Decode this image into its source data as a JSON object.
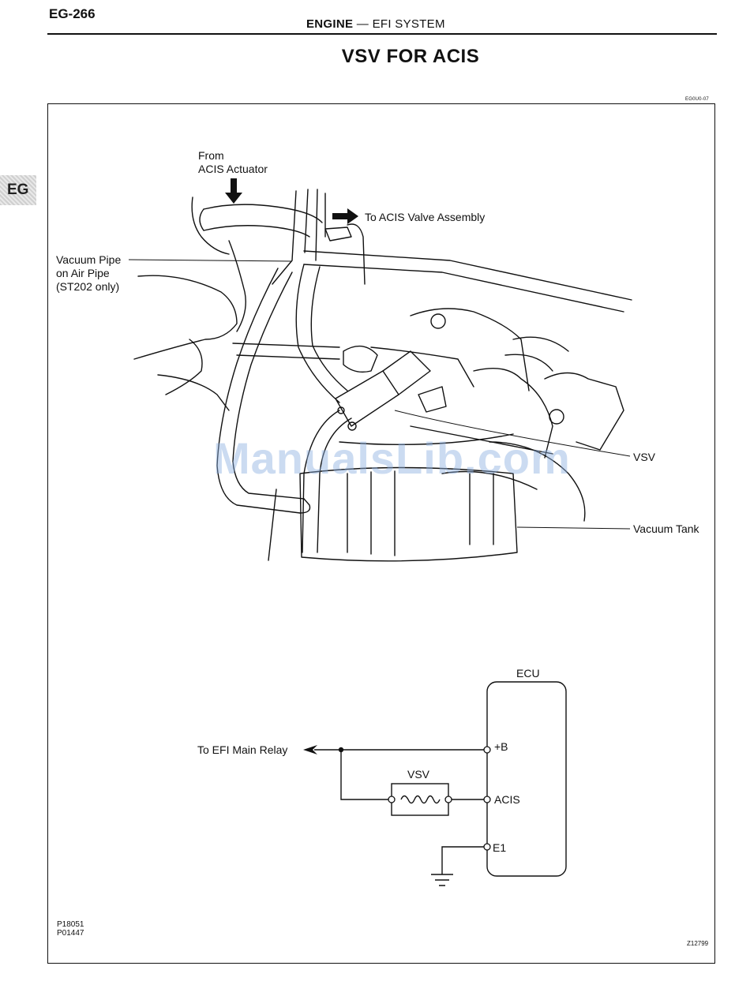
{
  "header": {
    "page_code": "EG-266",
    "section_main": "ENGINE",
    "section_dash": "—",
    "section_sub": "EFI SYSTEM",
    "side_tab": "EG"
  },
  "title": "VSV FOR ACIS",
  "figure": {
    "code_top": "EG0U0-07",
    "labels": {
      "from_actuator_line1": "From",
      "from_actuator_line2": "ACIS Actuator",
      "to_valve": "To ACIS Valve Assembly",
      "vacuum_pipe_line1": "Vacuum Pipe",
      "vacuum_pipe_line2": "on Air Pipe",
      "vacuum_pipe_line3": "(ST202 only)",
      "vsv": "VSV",
      "vacuum_tank": "Vacuum Tank"
    },
    "watermark": "ManualsLib.com",
    "circuit": {
      "ecu": "ECU",
      "terminal_b": "+B",
      "terminal_acis": "ACIS",
      "terminal_e1": "E1",
      "vsv": "VSV",
      "to_relay": "To EFI Main Relay"
    },
    "codes": {
      "code1": "P18051",
      "code2": "P01447",
      "code3": "Z12799"
    }
  }
}
